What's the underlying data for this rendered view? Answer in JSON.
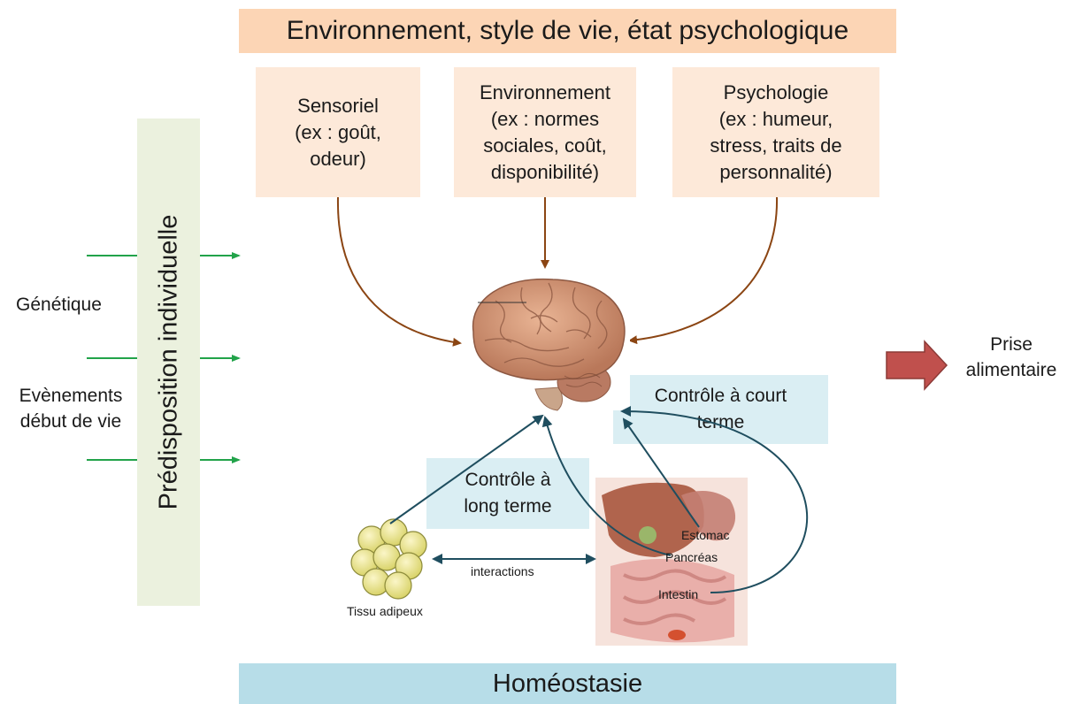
{
  "banner": {
    "top": "Environnement, style de vie, état psychologique",
    "bottom": "Homéostasie"
  },
  "factors": [
    {
      "l1": "Sensoriel",
      "l2": "(ex : goût,",
      "l3": "odeur)"
    },
    {
      "l1": "Environnement",
      "l2": "(ex : normes",
      "l3": "sociales,  coût,",
      "l4": "disponibilité)"
    },
    {
      "l1": "Psychologie",
      "l2": "(ex : humeur,",
      "l3": "stress, traits de",
      "l4": "personnalité)"
    }
  ],
  "side": {
    "bar_label": "Prédisposition individuelle",
    "genetics": "Génétique",
    "events_l1": "Evènements",
    "events_l2": "début de vie"
  },
  "controls": {
    "short_l1": "Contrôle à court",
    "short_l2": "terme",
    "long_l1": "Contrôle à",
    "long_l2": "long terme"
  },
  "organs": {
    "adipose": "Tissu adipeux",
    "interactions": "interactions",
    "stomach": "Estomac",
    "pancreas": "Pancréas",
    "intestine": "Intestin"
  },
  "output": {
    "l1": "Prise",
    "l2": "alimentaire"
  },
  "colors": {
    "brown_arrow": "#8b4513",
    "teal_arrow": "#1f4e5f",
    "green_arrow": "#22a34a",
    "red_arrow": "#c0504d"
  }
}
